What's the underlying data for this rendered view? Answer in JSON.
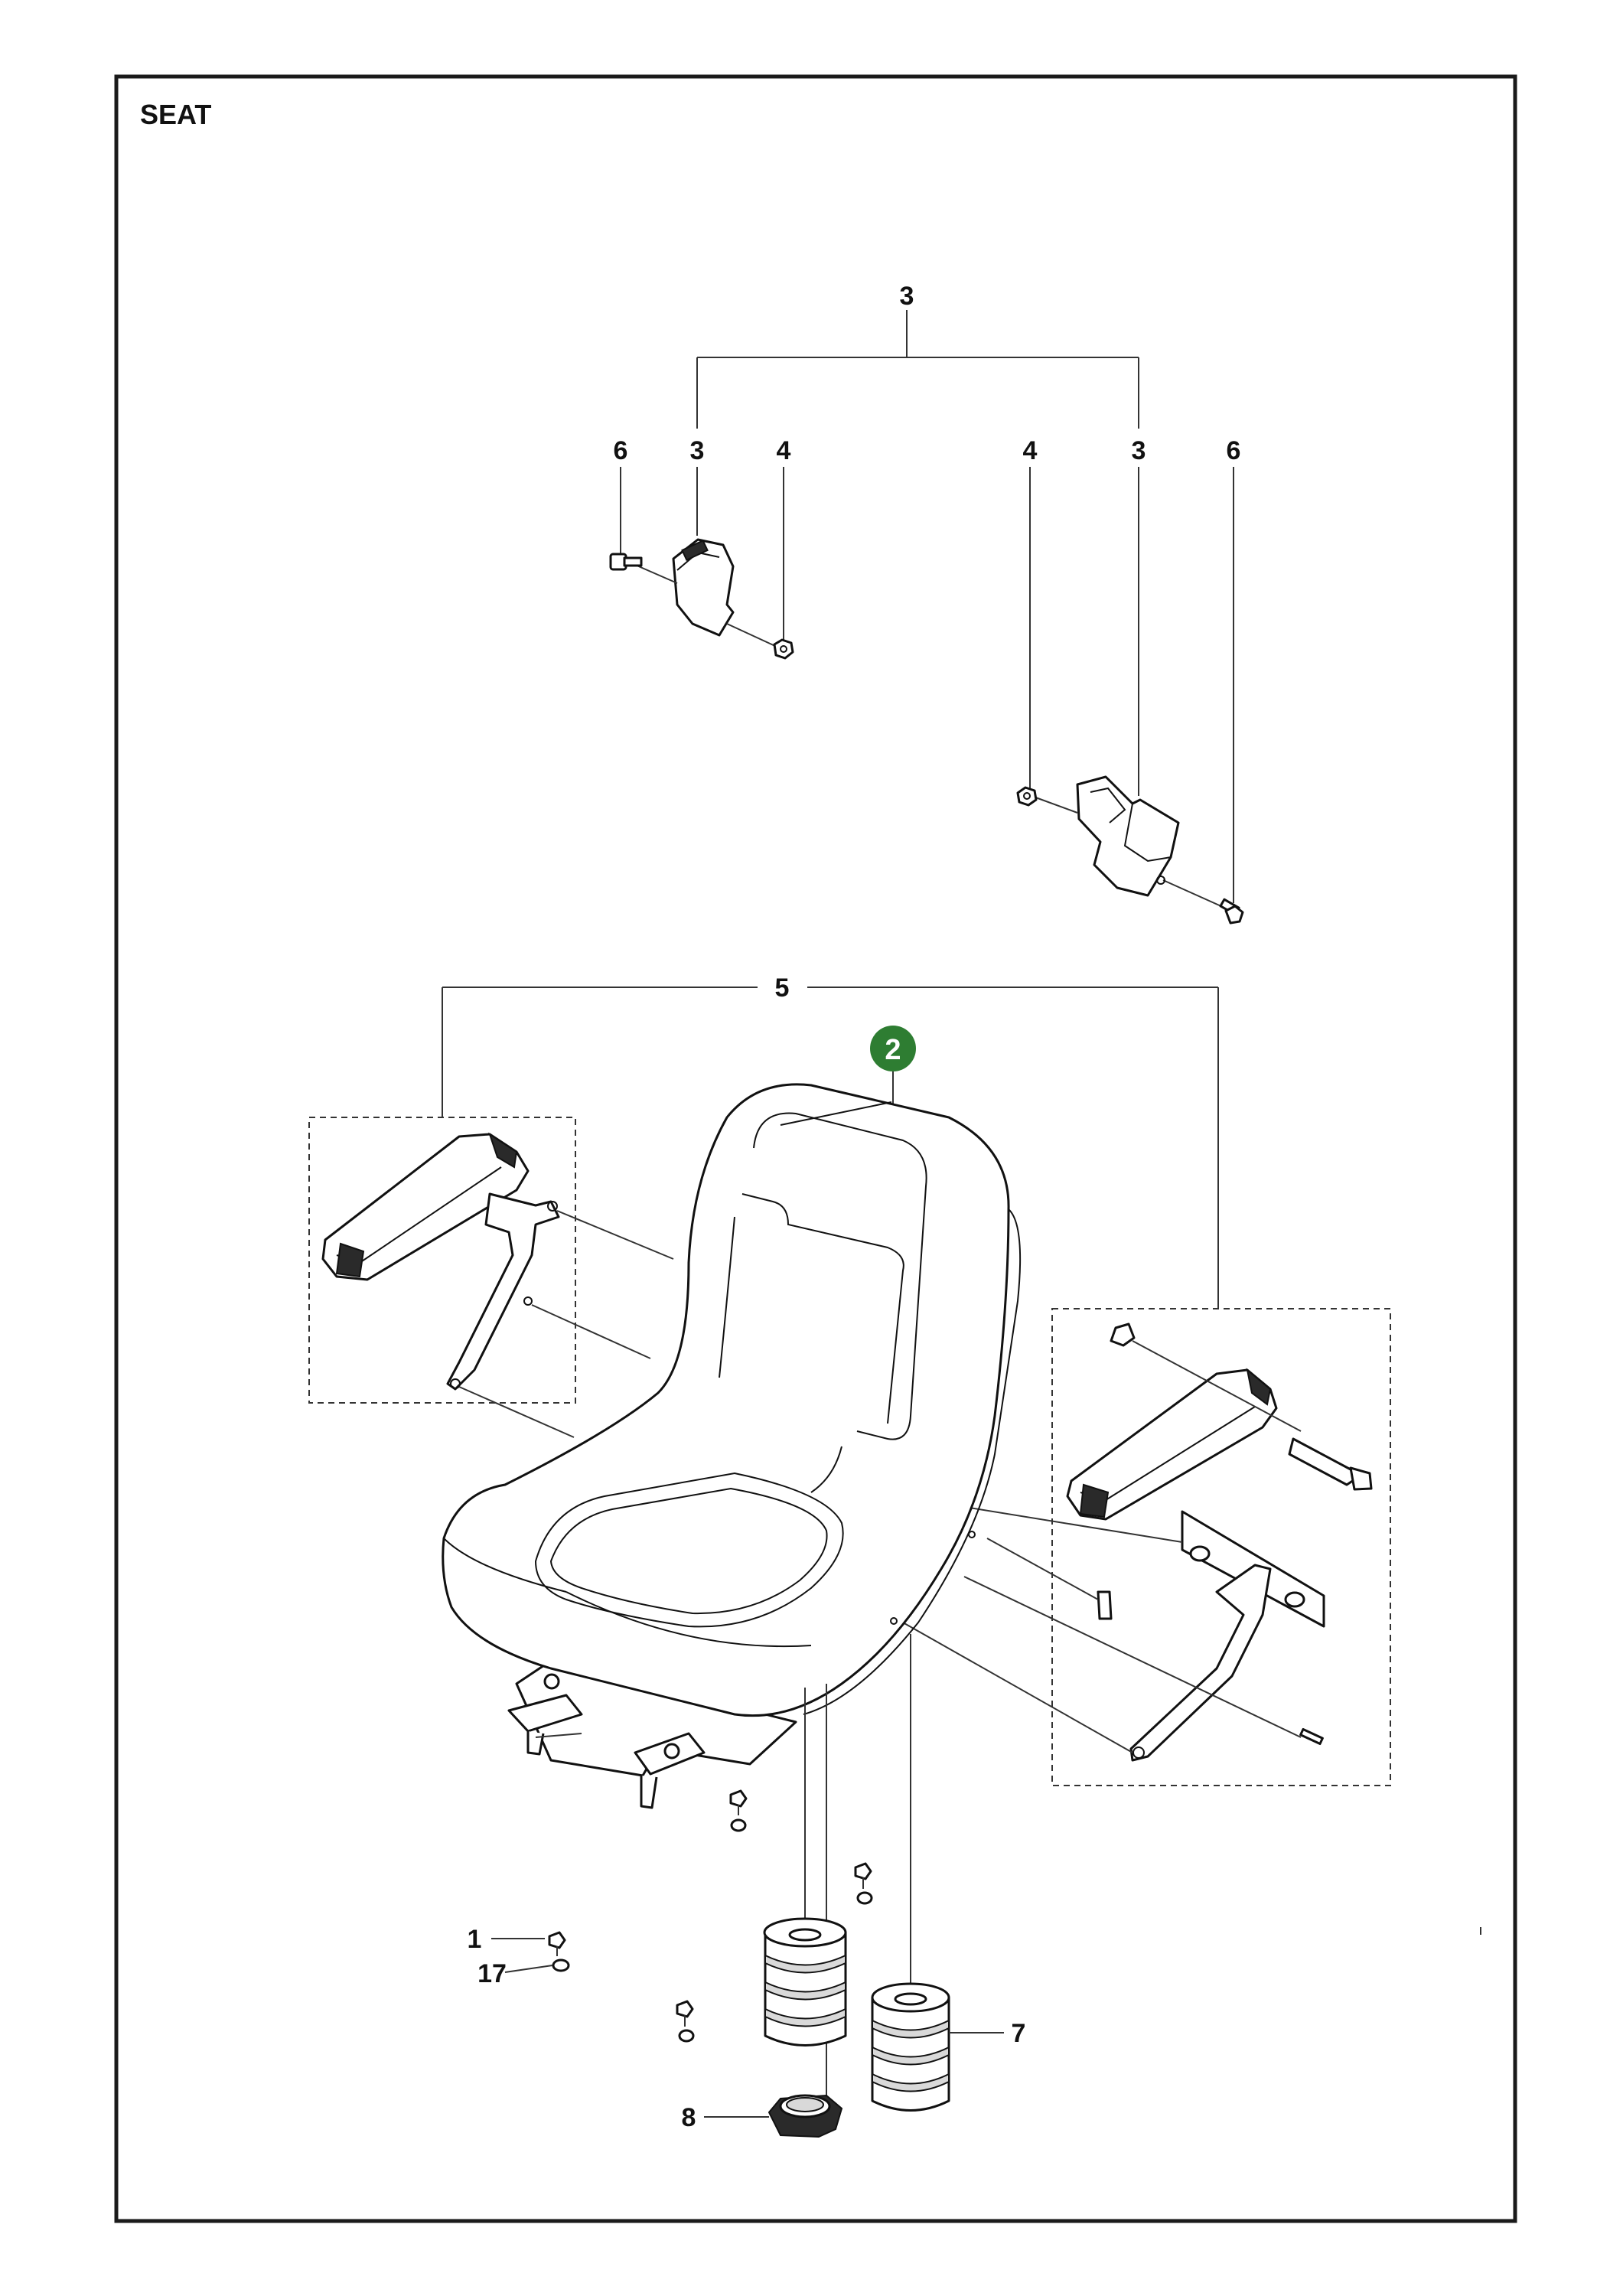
{
  "title": "SEAT",
  "callouts": {
    "c3_top": "3",
    "c6_left": "6",
    "c3_left": "3",
    "c4_left": "4",
    "c4_right": "4",
    "c3_right": "3",
    "c6_right": "6",
    "c5": "5",
    "c2": "2",
    "c1": "1",
    "c17": "17",
    "c7": "7",
    "c8": "8"
  },
  "colors": {
    "highlight_badge": "#2e7d32",
    "frame": "#1a1a1a"
  }
}
